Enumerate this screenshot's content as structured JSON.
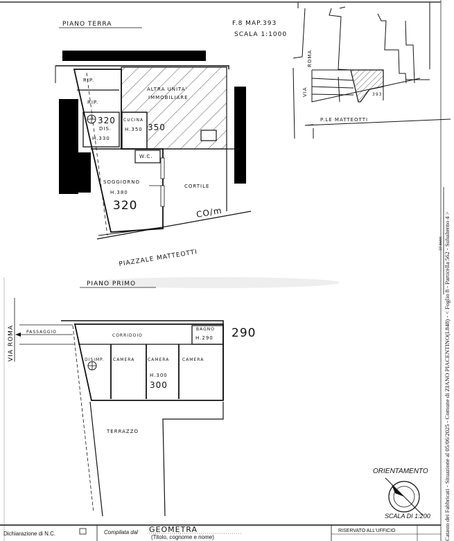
{
  "ground_floor": {
    "title": "PIANO TERRA",
    "map_ref": "F.8 MAP.393",
    "map_scale": "SCALA 1:1000",
    "rooms": {
      "rip1": "RIP.",
      "rip2": "RIP.",
      "dis": "DIS.",
      "dis_height_code": "320",
      "dis_height": "H.330",
      "cucina": "CUCINA",
      "cucina_height": "H.350",
      "cucina_height_code": "350",
      "altra_unita_1": "ALTRA UNITA'",
      "altra_unita_2": "IMMOBILIARE",
      "wc": "W.C.",
      "soggiorno": "SOGGIORNO",
      "soggiorno_height": "H.380",
      "soggiorno_height_code": "320",
      "cortile": "CORTILE",
      "com": "CO/m"
    },
    "street": "PIAZZALE MATTEOTTI"
  },
  "location_map": {
    "street_1": "VIA",
    "street_2": "ROMA",
    "square": "P.LE MATTEOTTI",
    "parcel": "393"
  },
  "first_floor": {
    "title": "PIANO PRIMO",
    "street": "VIA ROMA",
    "passage": "PASSAGGIO",
    "rooms": {
      "corridoio": "CORRIDOIO",
      "bagno": "BAGNO",
      "bagno_height": "H.290",
      "bagno_height_code": "290",
      "disimp": "DISIMP.",
      "camera1": "CAMERA",
      "camera2": "CAMERA",
      "camera3": "CAMERA",
      "camera_height": "H.300",
      "camera_height_code": "300",
      "terrazzo": "TERRAZZO"
    }
  },
  "orientation": {
    "label": "ORIENTAMENTO",
    "scale": "SCALA DI 1:200"
  },
  "footer": {
    "declaration": "Dichiarazione di N.C.",
    "compiled_by": "Compilata dal",
    "compiler": "GEOMETRA",
    "compiler_hint": "(Titolo, cognome e nome)",
    "reserved": "RISERVATO ALL'UFFICIO"
  },
  "side_note": {
    "text": "Catasto dei Fabbricati - Situazione al 05/06/2025 - Comune di ZIANO PIACENTINO(L848) - < Foglio 8 - Particella 562 - Subalterno 4 >",
    "scale_bar": "10 metri"
  }
}
